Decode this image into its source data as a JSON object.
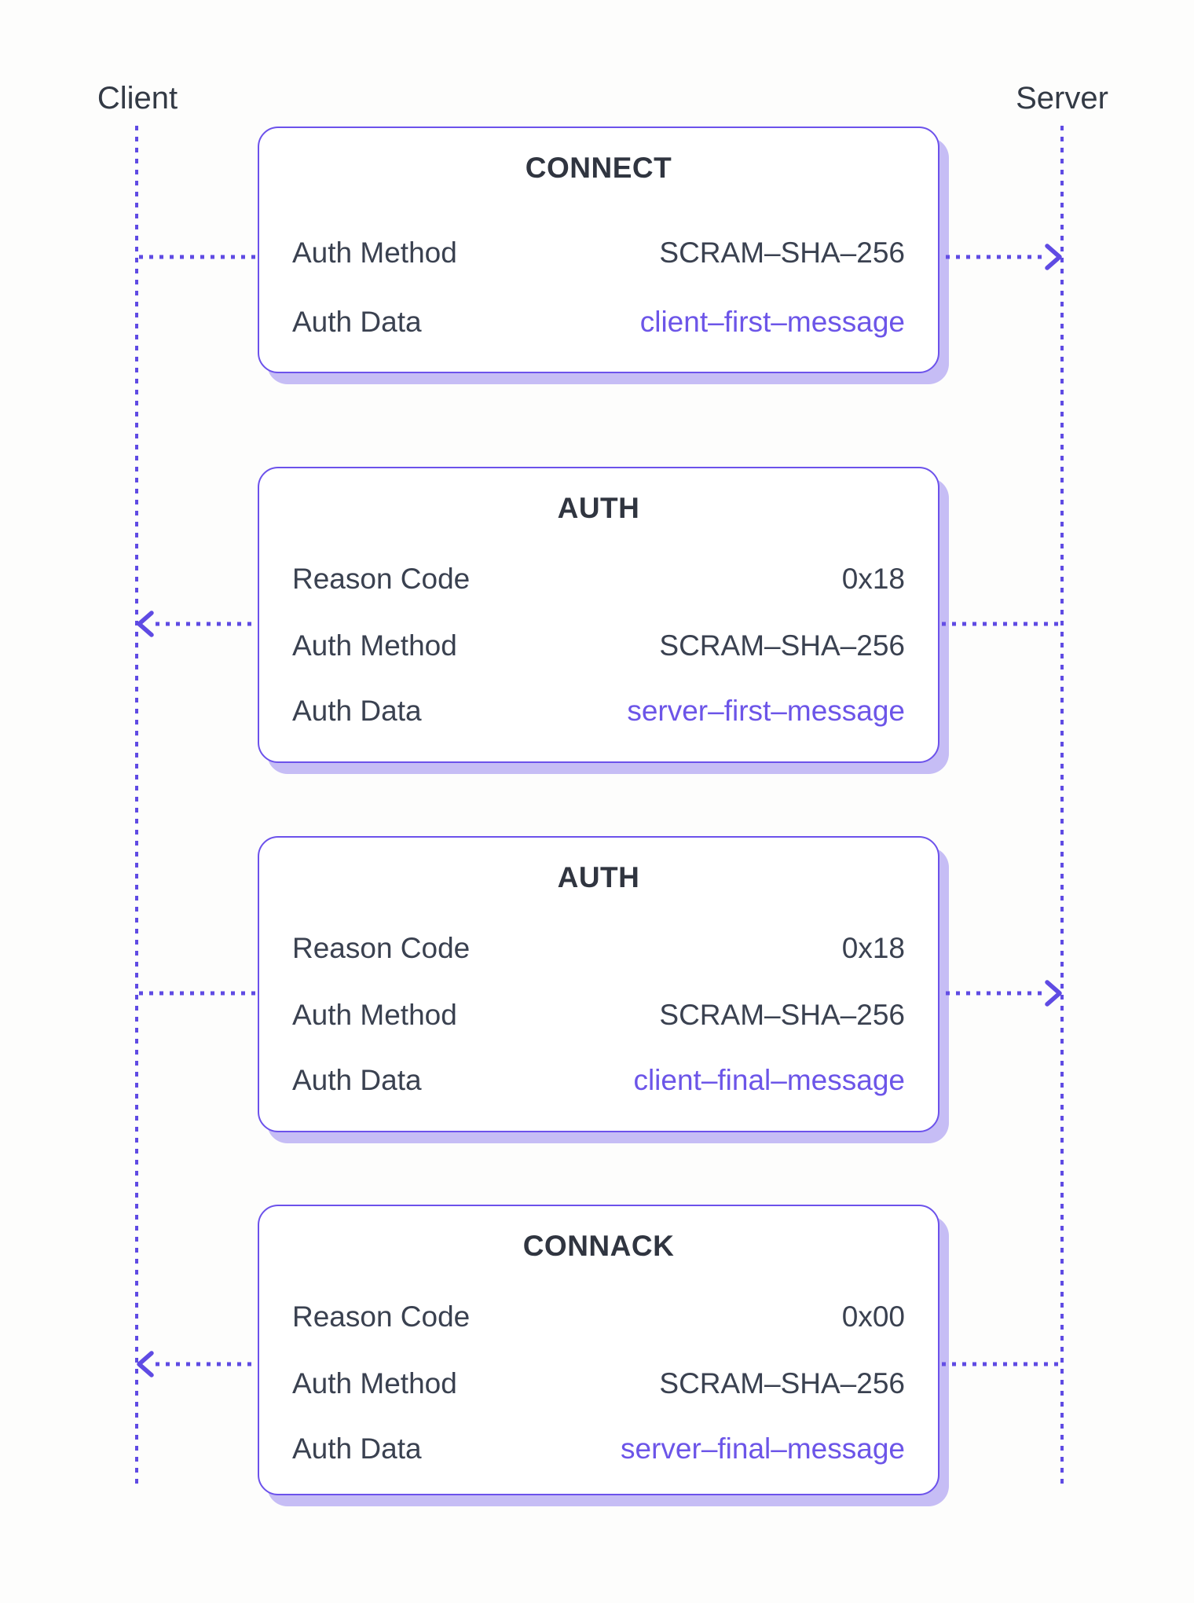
{
  "theme": {
    "accent": "#5f4be3",
    "border": "#6c52eb",
    "accent-text": "#6c55e8",
    "shadow": "rgba(108,84,235,0.38)",
    "ink": "#3a4150",
    "ink-strong": "#303540",
    "ink-actor": "#333a45",
    "bg": "#fdfdfc",
    "box-bg": "#ffffff"
  },
  "actors": [
    {
      "label": "Client"
    },
    {
      "label": "Server"
    }
  ],
  "packets": [
    {
      "title": "CONNECT",
      "direction": "client-to-server",
      "rows": [
        {
          "label": "Auth Method",
          "value": "SCRAM–SHA–256"
        },
        {
          "label": "Auth Data",
          "value": "client–first–message"
        }
      ]
    },
    {
      "title": "AUTH",
      "direction": "server-to-client",
      "rows": [
        {
          "label": "Reason Code",
          "value": "0x18"
        },
        {
          "label": "Auth Method",
          "value": "SCRAM–SHA–256"
        },
        {
          "label": "Auth Data",
          "value": "server–first–message"
        }
      ]
    },
    {
      "title": "AUTH",
      "direction": "client-to-server",
      "rows": [
        {
          "label": "Reason Code",
          "value": "0x18"
        },
        {
          "label": "Auth Method",
          "value": "SCRAM–SHA–256"
        },
        {
          "label": "Auth Data",
          "value": "client–final–message"
        }
      ]
    },
    {
      "title": "CONNACK",
      "direction": "server-to-client",
      "rows": [
        {
          "label": "Reason Code",
          "value": "0x00"
        },
        {
          "label": "Auth Method",
          "value": "SCRAM–SHA–256"
        },
        {
          "label": "Auth Data",
          "value": "server–final–message"
        }
      ]
    }
  ]
}
